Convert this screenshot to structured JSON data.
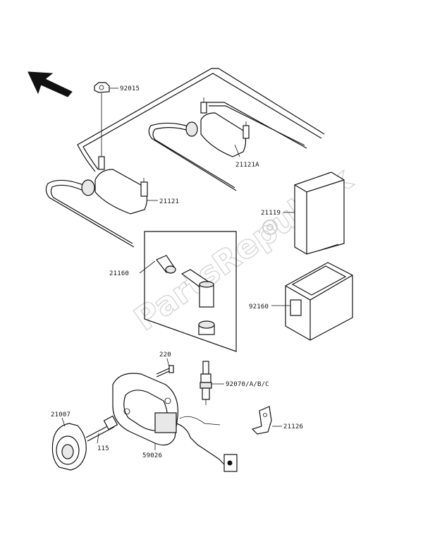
{
  "diagram": {
    "watermark": "PartsRepublik",
    "labels": {
      "l92015": "92015",
      "l21121A": "21121A",
      "l21121": "21121",
      "l21119": "21119",
      "l21160": "21160",
      "l92160": "92160",
      "l220": "220",
      "l92070": "92070/A/B/C",
      "l21007": "21007",
      "l115": "115",
      "l59026": "59026",
      "l21126": "21126"
    }
  }
}
